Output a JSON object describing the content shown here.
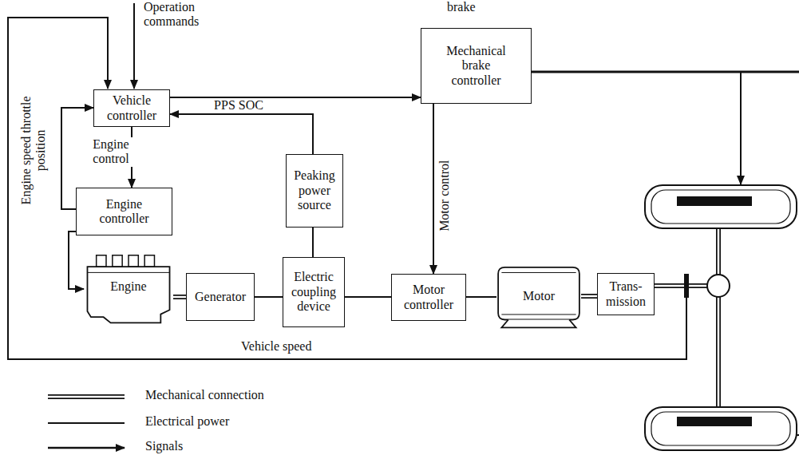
{
  "diagram": {
    "nodes": [
      {
        "text": [
          "Vehicle controller"
        ]
      },
      {
        "text": [
          "Mechanical brake controller"
        ]
      },
      {
        "text": [
          "Engine controller"
        ]
      },
      {
        "text": [
          "Peaking power source"
        ]
      },
      {
        "text": [
          "Engine"
        ]
      },
      {
        "text": [
          "Generator"
        ]
      },
      {
        "text": [
          "Electric coupling device"
        ]
      },
      {
        "text": [
          "Motor controller"
        ]
      },
      {
        "text": [
          "Motor"
        ]
      },
      {
        "text": [
          "Trans- mission"
        ]
      }
    ],
    "edges": [
      {
        "from": 0,
        "to": 1,
        "arrow": "to"
      },
      {
        "from": 0,
        "to": 7,
        "label": "Motor control",
        "arrow": "to"
      },
      {
        "from": 0,
        "to": 2,
        "label": "Engine control",
        "arrow": "to"
      },
      {
        "from": 2,
        "to": 0,
        "label": "Engine speed throttle position",
        "arrow": "to"
      },
      {
        "from": 3,
        "to": 0,
        "label": "PPS SOC",
        "arrow": "to"
      },
      {
        "from": 2,
        "to": 4,
        "arrow": "to"
      },
      {
        "from": 4,
        "to": 5,
        "arrow": "none"
      },
      {
        "from": 5,
        "to": 6,
        "arrow": "none"
      },
      {
        "from": 3,
        "to": 6,
        "arrow": "none"
      },
      {
        "from": 6,
        "to": 7,
        "arrow": "none"
      },
      {
        "from": 7,
        "to": 8,
        "arrow": "none"
      },
      {
        "from": 8,
        "to": 9,
        "arrow": "none"
      }
    ],
    "labels": [
      "Operation commands",
      "brake",
      "Vehicle speed"
    ],
    "legend": [
      {
        "text": "Mechanical connection"
      },
      {
        "text": "Electrical power"
      },
      {
        "text": "Signals"
      }
    ]
  }
}
